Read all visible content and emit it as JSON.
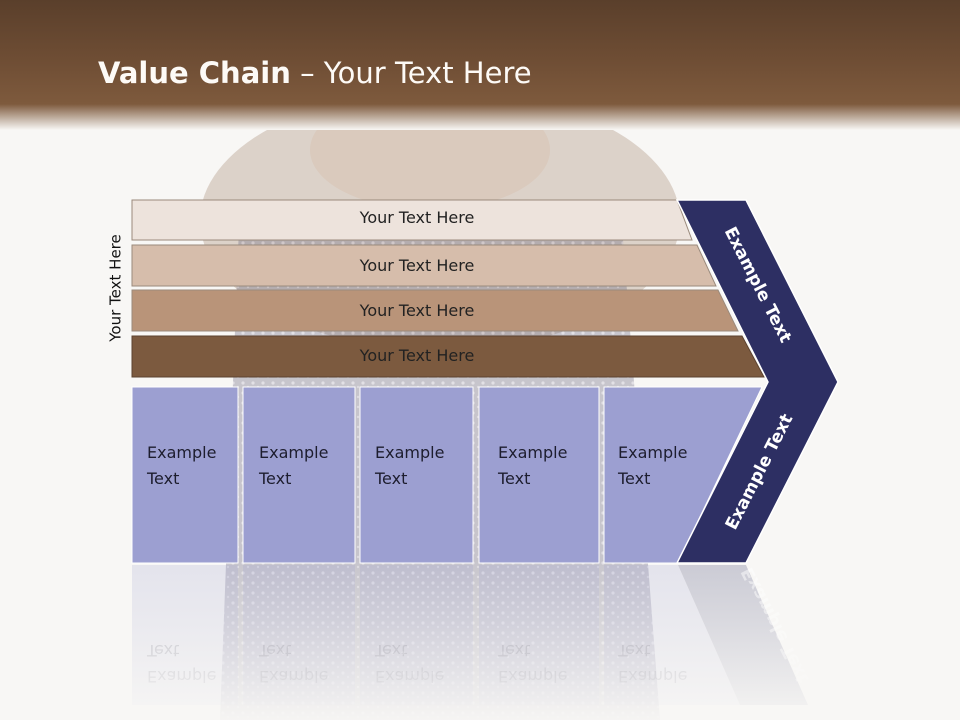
{
  "slide": {
    "title_bold": "Value Chain",
    "title_rest": " – Your Text Here"
  },
  "side_label": "Your Text Here",
  "strips": [
    {
      "label": "Your Text Here",
      "color": "#ede3dc"
    },
    {
      "label": "Your Text Here",
      "color": "#d6bdab"
    },
    {
      "label": "Your Text Here",
      "color": "#b99479"
    },
    {
      "label": "Your Text Here",
      "color": "#7c5a3f"
    }
  ],
  "columns": [
    {
      "line1": "Example",
      "line2": "Text"
    },
    {
      "line1": "Example",
      "line2": "Text"
    },
    {
      "line1": "Example",
      "line2": "Text"
    },
    {
      "line1": "Example",
      "line2": "Text"
    },
    {
      "line1": "Example",
      "line2": "Text"
    }
  ],
  "chevron": {
    "upper_label": "Example Text",
    "lower_label": "Example Text",
    "color": "#2d2f63"
  },
  "colors": {
    "column_fill": "#9c9fd1",
    "header_brown": "#6e4d34"
  }
}
